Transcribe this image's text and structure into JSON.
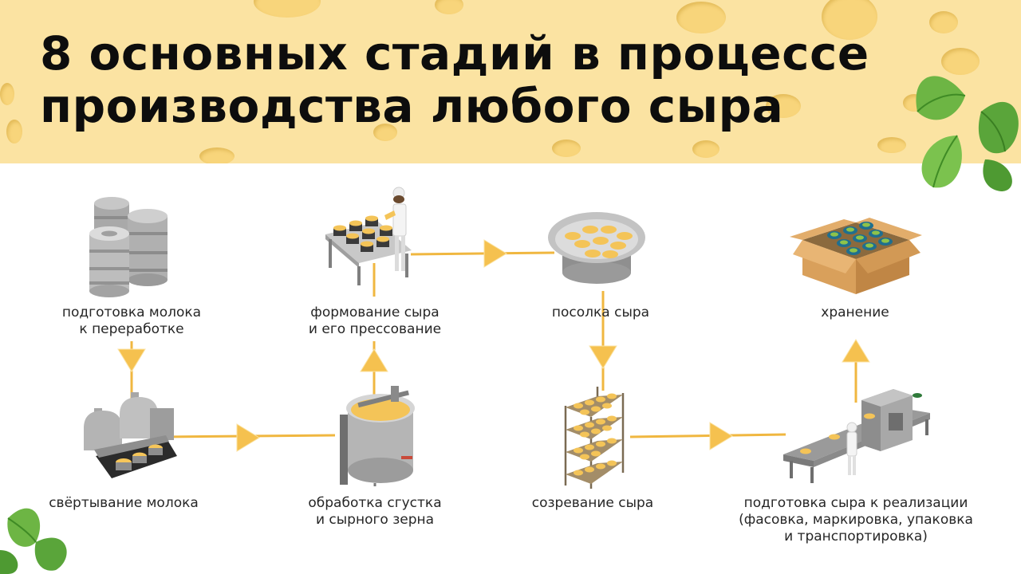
{
  "title": {
    "line1": "8 основных стадий в процессе",
    "line2": "производства любого сыра"
  },
  "colors": {
    "header_bg": "#fbe3a2",
    "cheese_hole": "#f8d57b",
    "connector": "#f0b740",
    "basil": "#5aa53a"
  },
  "stages": [
    {
      "id": "milk-prep",
      "line1": "подготовка молока",
      "line2": "к переработке",
      "icon": "milk-tanks-icon"
    },
    {
      "id": "curdling",
      "line1": "свёртывание молока",
      "icon": "curdling-machine-icon"
    },
    {
      "id": "curd-processing",
      "line1": "обработка сгустка",
      "line2": "и сырного зерна",
      "icon": "cheese-vat-icon"
    },
    {
      "id": "molding",
      "line1": "формование сыра",
      "line2": "и его прессование",
      "icon": "molding-table-icon"
    },
    {
      "id": "salting",
      "line1": "посолка сыра",
      "icon": "brine-bath-icon"
    },
    {
      "id": "ripening",
      "line1": "созревание сыра",
      "icon": "ripening-rack-icon"
    },
    {
      "id": "packaging",
      "line1": "подготовка сыра к реализации",
      "line2": "(фасовка, маркировка, упаковка",
      "line3": "и транспортировка)",
      "icon": "packaging-line-icon"
    },
    {
      "id": "storage",
      "line1": "хранение",
      "icon": "storage-box-icon"
    }
  ]
}
